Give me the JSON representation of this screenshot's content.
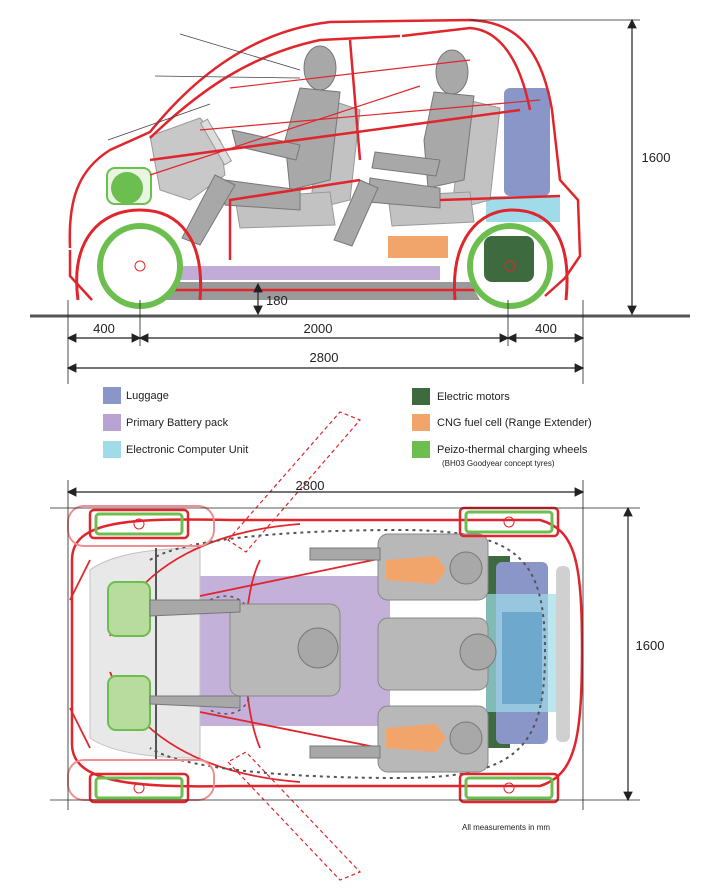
{
  "side_view": {
    "dimensions": {
      "height": "1600",
      "ground_clearance": "180",
      "front_overhang": "400",
      "wheelbase": "2000",
      "rear_overhang": "400",
      "overall_length": "2800"
    }
  },
  "legend": {
    "items": [
      {
        "label": "Luggage",
        "color": "#8a95c8"
      },
      {
        "label": "Primary Battery pack",
        "color": "#b9a3d3"
      },
      {
        "label": "Electronic Computer Unit",
        "color": "#9fdbe8"
      },
      {
        "label": "Electric motors",
        "color": "#3d6b3f"
      },
      {
        "label": "CNG fuel cell (Range Extender)",
        "color": "#f2a56b"
      },
      {
        "label": "Peizo-thermal charging wheels",
        "color": "#6cbf4e",
        "sublabel": "(BH03 Goodyear concept tyres)"
      }
    ]
  },
  "top_view": {
    "dimensions": {
      "overall_length": "2800",
      "width": "1600"
    }
  },
  "footnote": "All measurements in mm",
  "colors": {
    "outline": "#e0262c",
    "wheel": "#6cbf4e",
    "body_grey": "#b3b3b3",
    "dimension_line": "#222222"
  }
}
